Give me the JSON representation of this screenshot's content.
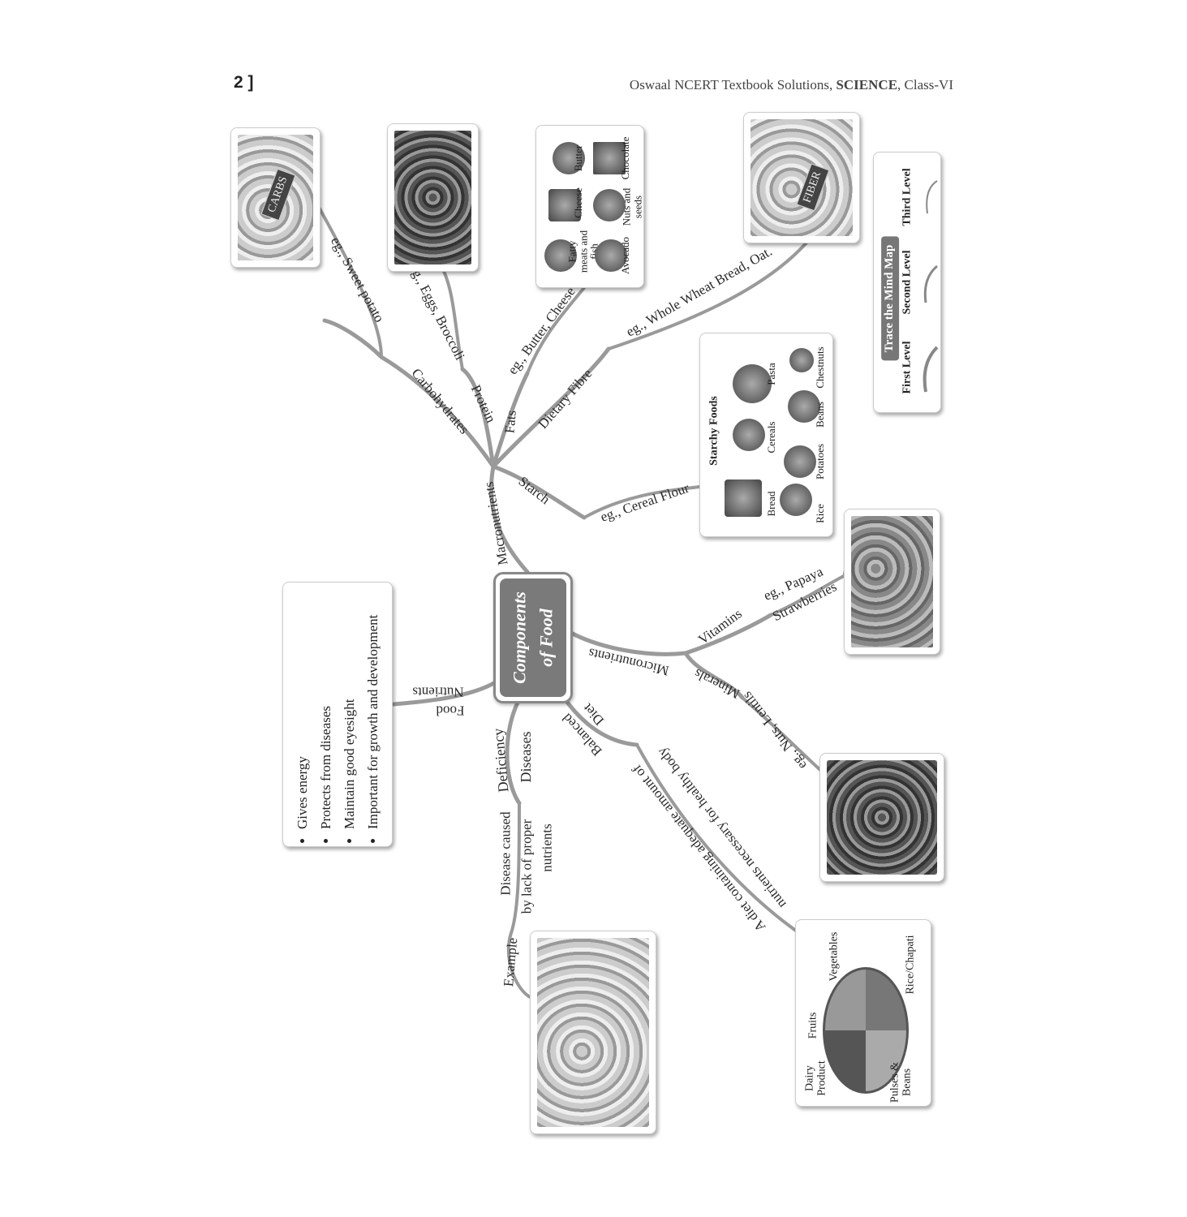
{
  "header": {
    "page_number": "2 ]",
    "book_title_prefix": "Oswaal NCERT Textbook Solutions, ",
    "book_subject": "SCIENCE",
    "book_title_suffix": ", Class-VI"
  },
  "center": {
    "line1": "Components",
    "line2": "of Food"
  },
  "branches": {
    "macronutrients": "Macronutrients",
    "carbohydrates": "Carbohydrates",
    "carb_example": "eg., Sweet potato",
    "protein": "Protein",
    "protein_example": "eg., Eggs, Broccoli",
    "fats": "Fats",
    "fats_example": "eg., Butter, Cheese",
    "fibre": "Dietary Fibre",
    "fibre_example": "eg., Whole Wheat Bread, Oat.",
    "starch": "Starch",
    "starch_example": "eg., Cereal Flour",
    "micronutrients": "Micronutrients",
    "vitamins": "Vitamins",
    "vitamins_example_1": "eg., Papaya",
    "vitamins_example_2": "Strawberries",
    "minerals": "Minerals",
    "minerals_example": "eg., Nuts, Lentils",
    "food_nutrients_1": "Nutrients",
    "food_nutrients_2": "Food",
    "deficiency_1": "Deficiency",
    "deficiency_2": "Diseases",
    "deficiency_def_1": "Disease caused",
    "deficiency_def_2": "by lack of proper",
    "deficiency_def_3": "nutrients",
    "example": "Example",
    "balanced_1": "Balanced",
    "balanced_2": "Diet",
    "balanced_def_1": "A diet containing adequate amount of",
    "balanced_def_2": "nutrients necessary for healthy body"
  },
  "nutrient_functions": [
    "Gives energy",
    "Protects from diseases",
    "Maintain good eyesight",
    "Important for growth and development"
  ],
  "cards": {
    "carbs_tag": "CARBS",
    "fibre_tag": "FIBER",
    "fats_items": [
      "Butter",
      "Chocolate",
      "Cheese",
      "Nuts and seeds",
      "Fatty meats and fish",
      "Avocado"
    ],
    "starchy_title": "Starchy Foods",
    "starchy_items": [
      "Bread",
      "Rice",
      "Cereals",
      "Potatoes",
      "Pasta",
      "Beans",
      "Chestnuts"
    ],
    "plate_items": [
      "Dairy Product",
      "Fruits",
      "Vegetables",
      "Rice/Chapati",
      "Pulses & Beans"
    ]
  },
  "trace": {
    "title": "Trace the  Mind Map",
    "levels": [
      "First Level",
      "Second Level",
      "Third Level"
    ]
  },
  "colors": {
    "branch": "#9a9a9a",
    "center_fill": "#7a7a7a"
  }
}
